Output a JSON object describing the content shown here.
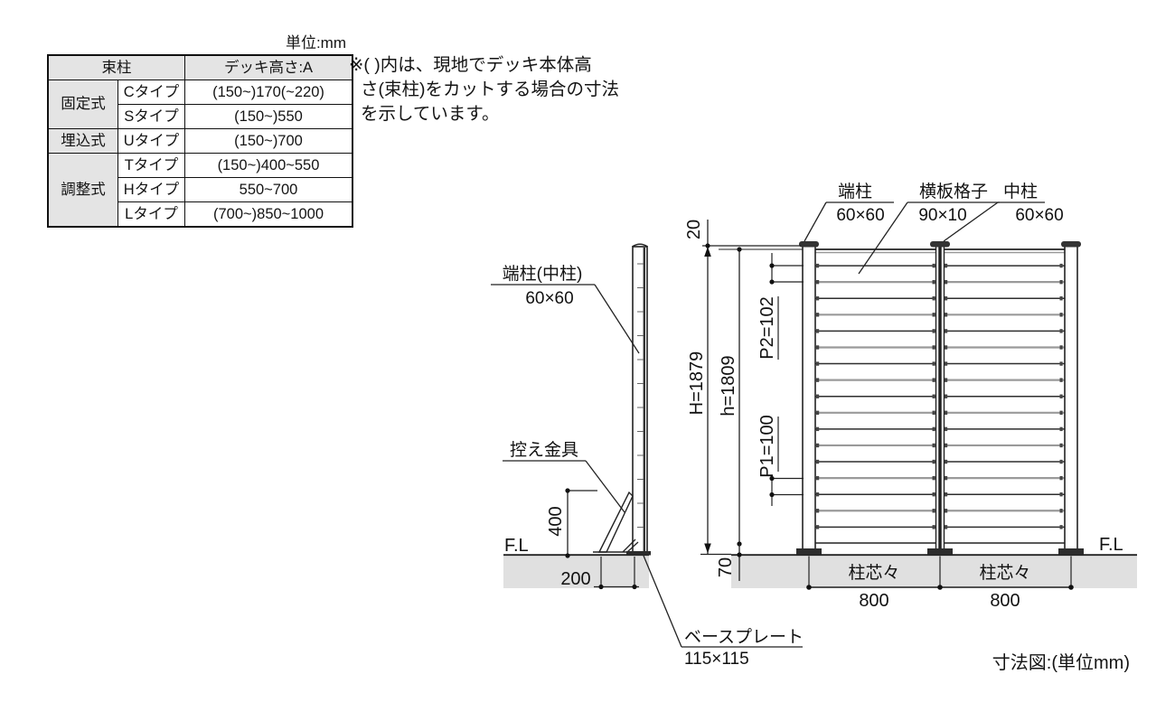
{
  "unit_label": "単位:mm",
  "table": {
    "header_group": "束柱",
    "header_value": "デッキ高さ:A",
    "rows": [
      {
        "group": "固定式",
        "type": "Cタイプ",
        "value": "(150~)170(~220)"
      },
      {
        "type": "Sタイプ",
        "value": "(150~)550"
      },
      {
        "group": "埋込式",
        "type": "Uタイプ",
        "value": "(150~)700"
      },
      {
        "group": "調整式",
        "type": "Tタイプ",
        "value": "(150~)400~550"
      },
      {
        "type": "Hタイプ",
        "value": "550~700"
      },
      {
        "type": "Lタイプ",
        "value": "(700~)850~1000"
      }
    ]
  },
  "note": {
    "line1": "※( )内は、現地でデッキ本体高",
    "line2": "さ(束柱)をカットする場合の寸法",
    "line3": "を示しています。"
  },
  "side_view": {
    "post_label": "端柱(中柱)",
    "post_size": "60×60",
    "brace_label": "控え金具",
    "fl_label": "F.L",
    "dim_brace_height": "400",
    "dim_offset": "200",
    "baseplate_label": "ベースプレート",
    "baseplate_size": "115×115"
  },
  "front_view": {
    "end_post_label": "端柱",
    "end_post_size": "60×60",
    "board_label": "横板格子",
    "board_size": "90×10",
    "mid_post_label": "中柱",
    "mid_post_size": "60×60",
    "dim_top": "20",
    "dim_H": "H=1879",
    "dim_h": "h=1809",
    "dim_p2": "P2=102",
    "dim_p1": "P1=100",
    "dim_bottom": "70",
    "span1_label": "柱芯々",
    "span1_value": "800",
    "span2_label": "柱芯々",
    "span2_value": "800",
    "fl_label": "F.L"
  },
  "caption": "寸法図:(単位mm)",
  "colors": {
    "line": "#222222",
    "ground_fill": "#e0e0e0",
    "table_header_bg": "#e4e4e4"
  }
}
